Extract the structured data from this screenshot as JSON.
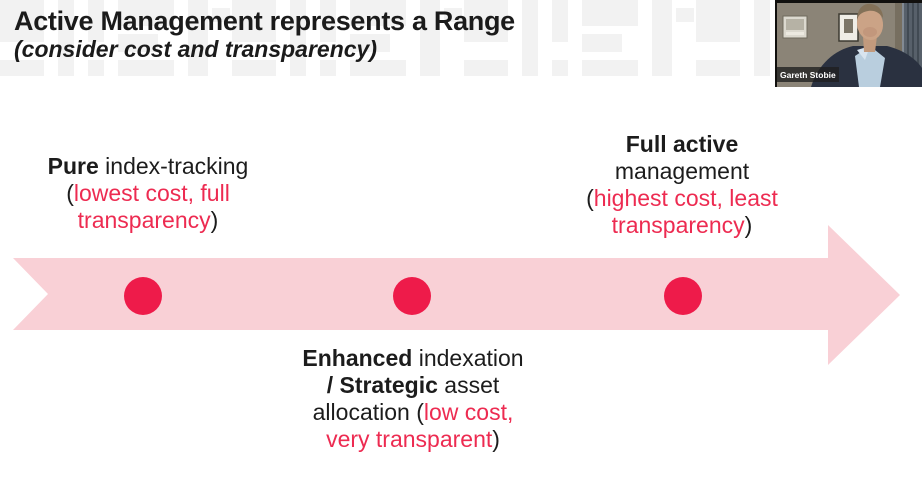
{
  "slide": {
    "title": "Active Management represents a Range",
    "subtitle": "(consider cost and transparency)"
  },
  "diagram": {
    "type": "range-arrow",
    "direction": "left-to-right",
    "label_left": {
      "l1b": "Pure",
      "l1": " index-tracking",
      "l2a": "(",
      "l2r": "lowest cost, full",
      "l3r": "transparency",
      "l3a": ")"
    },
    "label_middle": {
      "l1b": "Enhanced",
      "l1": " indexation",
      "l2b": "/ Strategic",
      "l2": " asset",
      "l3a": "allocation (",
      "l3r": "low cost,",
      "l4r": "very transparent",
      "l4a": ")"
    },
    "label_right": {
      "l1b": "Full active",
      "l2": "management",
      "l3a": "(",
      "l3r": "highest cost, least",
      "l4r": "transparency",
      "l4a": ")"
    }
  },
  "webcam": {
    "participant_name": "Gareth Stobie"
  },
  "colors": {
    "arrow_pink": "#f9d0d6",
    "dot_red": "#ee1b4a",
    "text_red": "#ed2b51",
    "text_black": "#1b1b1b",
    "watermark_gray": "#f2f2f2"
  }
}
